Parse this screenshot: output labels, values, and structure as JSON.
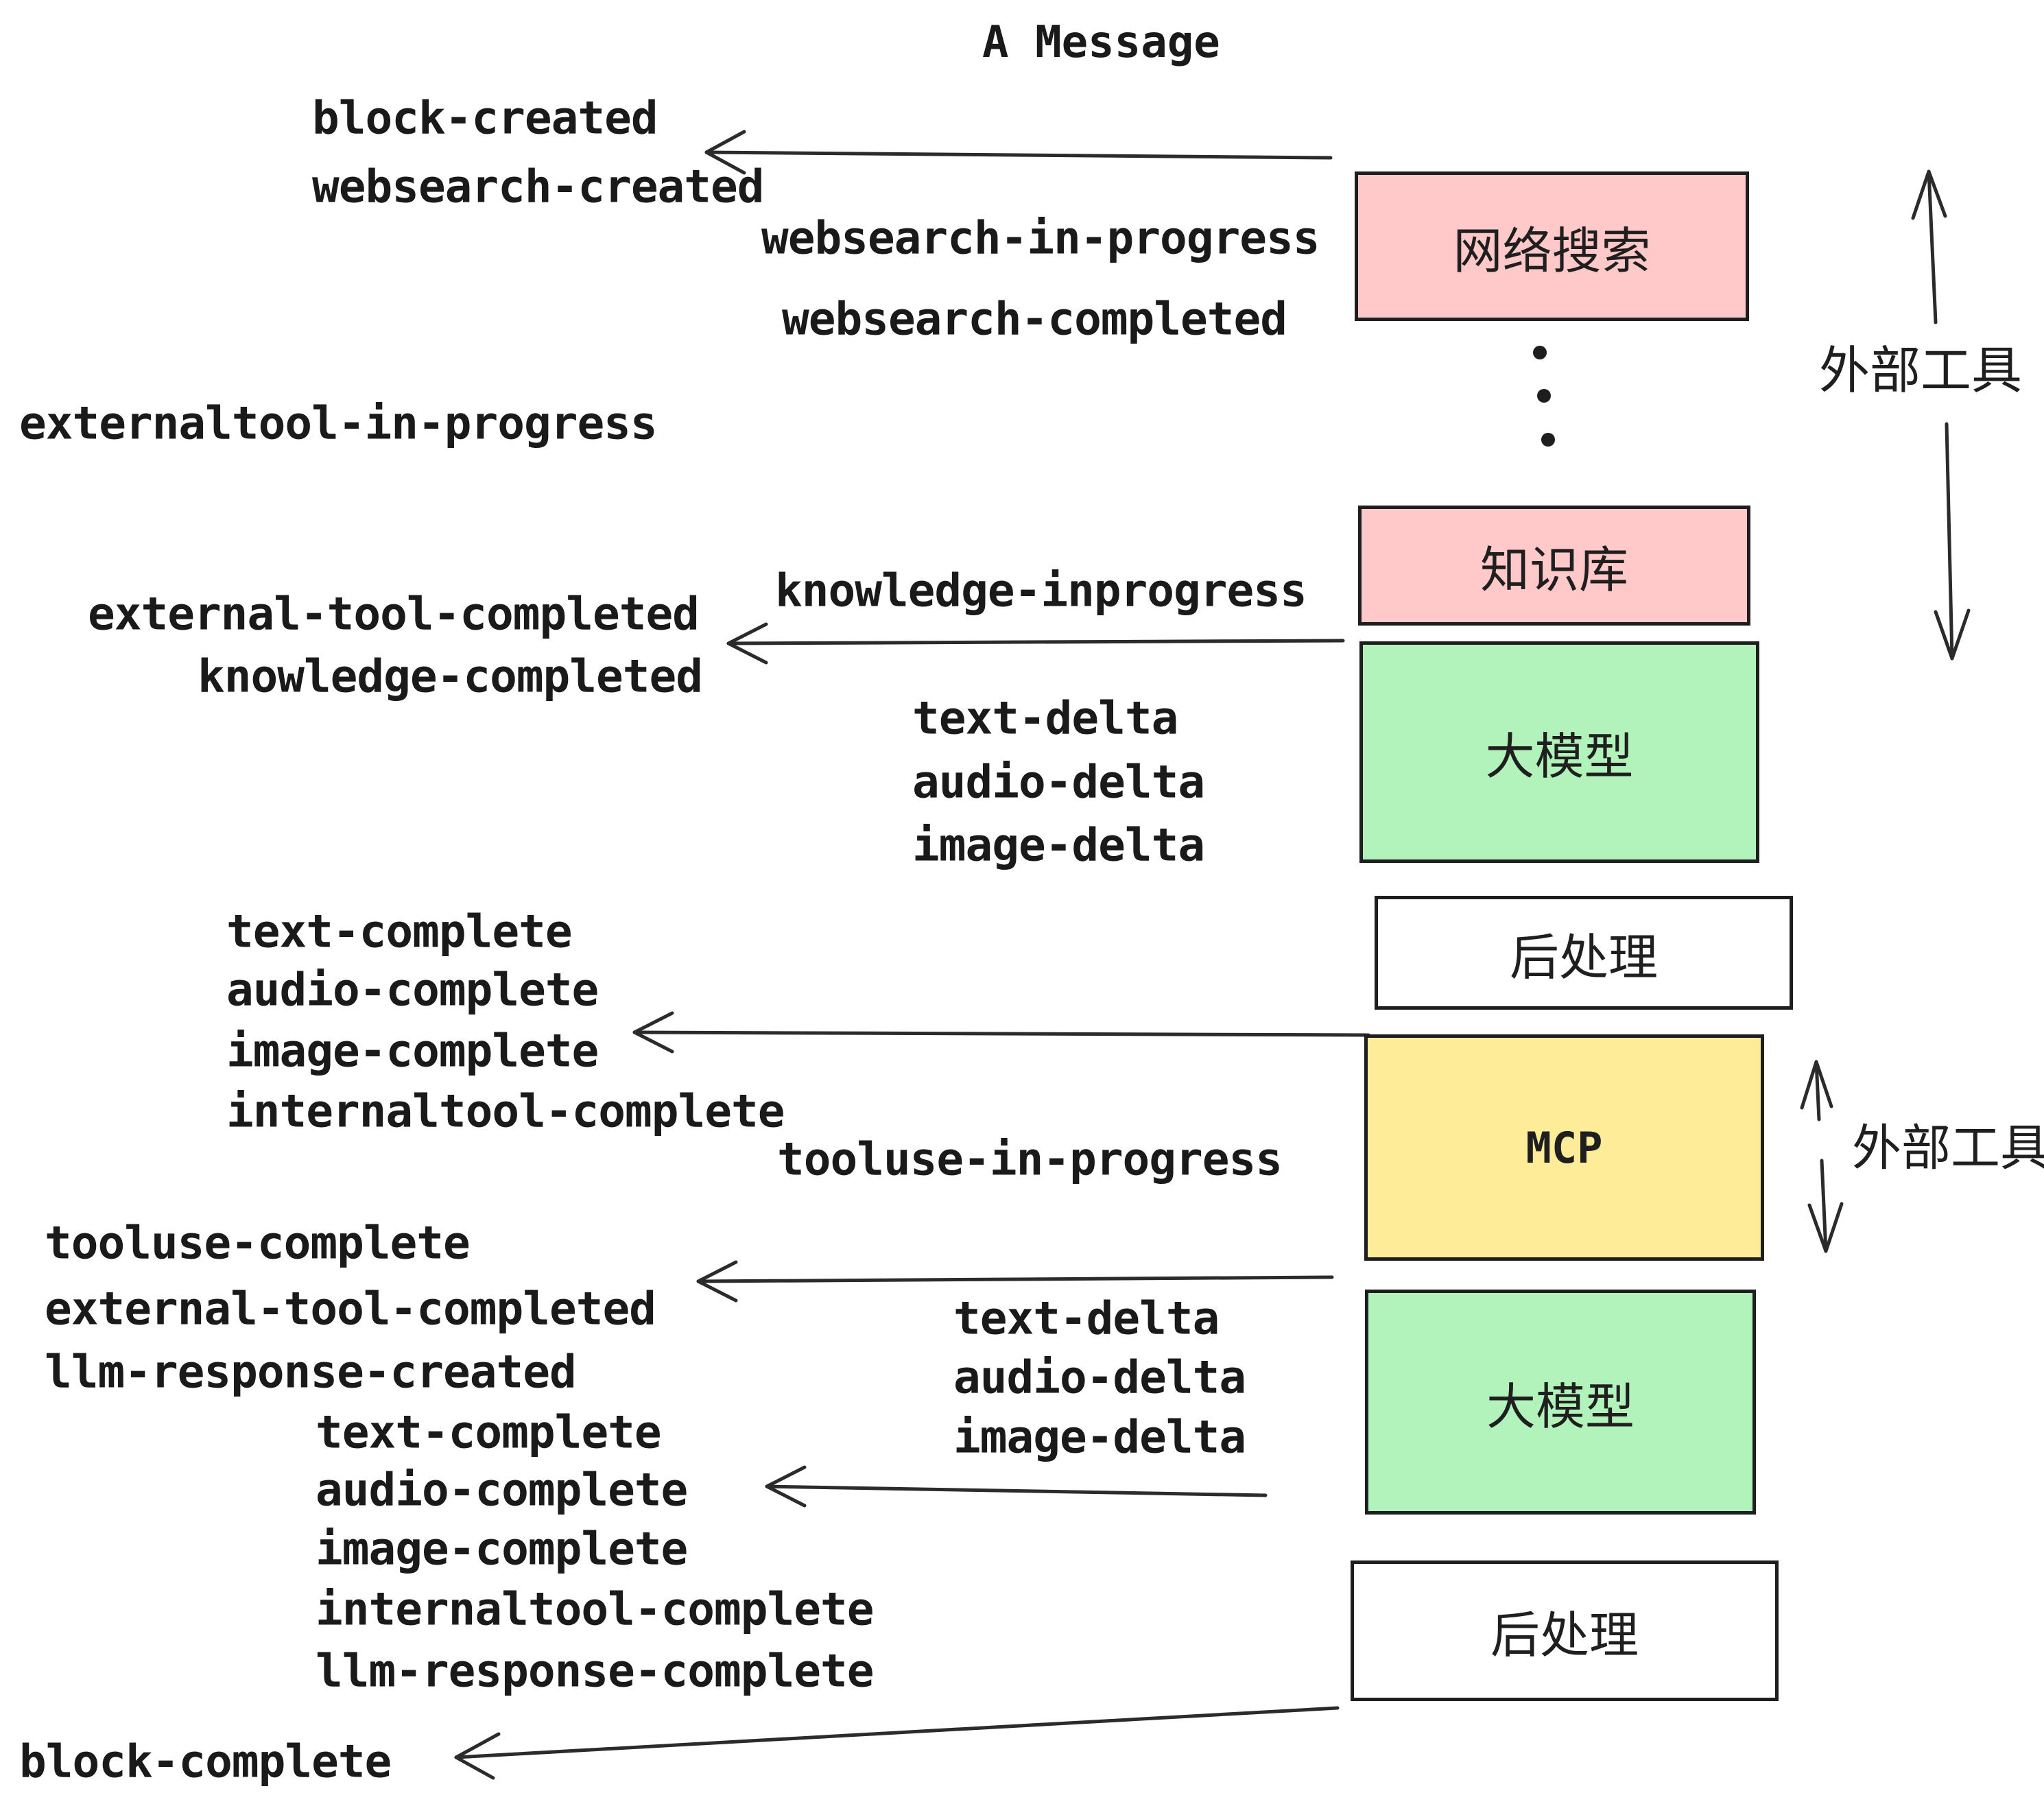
{
  "title": "A Message",
  "colors": {
    "box_pink": "#ffc9c9",
    "box_green": "#b2f2bb",
    "box_yellow": "#ffec99",
    "box_white": "#ffffff",
    "stroke": "#2b2b2b",
    "border": "#1e1e1e",
    "text": "#1a1a1a",
    "background": "#ffffff"
  },
  "boxes": [
    {
      "label": "网络搜索",
      "color": "pink"
    },
    {
      "label": "知识库",
      "color": "pink"
    },
    {
      "label": "大模型",
      "color": "green"
    },
    {
      "label": "后处理",
      "color": "white"
    },
    {
      "label": "MCP",
      "color": "yellow"
    },
    {
      "label": "大模型",
      "color": "green"
    },
    {
      "label": "后处理",
      "color": "white"
    }
  ],
  "side_labels": {
    "external_tools_top": "外部工具",
    "external_tools_mid": "外部工具"
  },
  "ellipsis_dots": 3,
  "events": {
    "block_created": "block-created",
    "websearch_created": "websearch-created",
    "websearch_in_progress": "websearch-in-progress",
    "websearch_completed": "websearch-completed",
    "externaltool_in_progress": "externaltool-in-progress",
    "knowledge_inprogress": "knowledge-inprogress",
    "external_tool_completed_1": "external-tool-completed",
    "knowledge_completed": "knowledge-completed",
    "text_delta_1": "text-delta",
    "audio_delta_1": "audio-delta",
    "image_delta_1": "image-delta",
    "text_complete_1": "text-complete",
    "audio_complete_1": "audio-complete",
    "image_complete_1": "image-complete",
    "internaltool_complete_1": "internaltool-complete",
    "tooluse_in_progress": "tooluse-in-progress",
    "tooluse_complete": "tooluse-complete",
    "external_tool_completed_2": "external-tool-completed",
    "llm_response_created": "llm-response-created",
    "text_delta_2": "text-delta",
    "audio_delta_2": "audio-delta",
    "image_delta_2": "image-delta",
    "text_complete_2": "text-complete",
    "audio_complete_2": "audio-complete",
    "image_complete_2": "image-complete",
    "internaltool_complete_2": "internaltool-complete",
    "llm_response_complete": "llm-response-complete",
    "block_complete": "block-complete"
  }
}
